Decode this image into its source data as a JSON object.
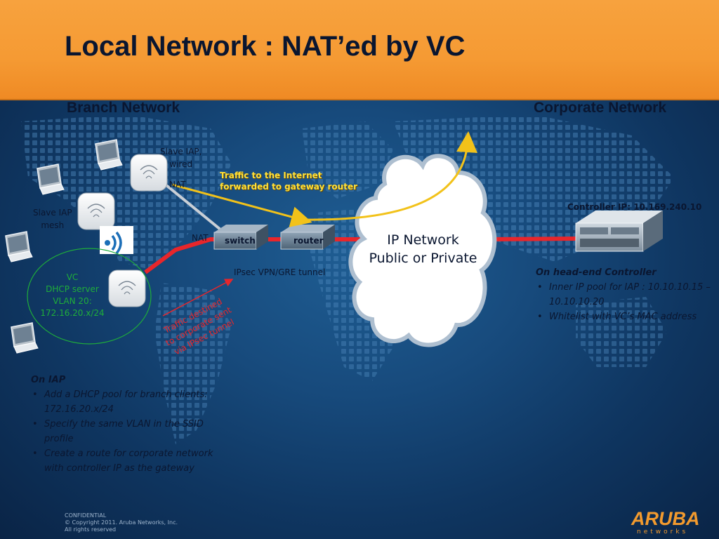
{
  "slide": {
    "title": "Local Network : NAT’ed by VC",
    "branch_heading": "Branch Network",
    "corporate_heading": "Corporate Network"
  },
  "diagram": {
    "slave_iap_wired": "Slave IAP,\nwired",
    "slave_iap_mesh": "Slave IAP\nmesh",
    "nat_top": "NAT",
    "nat_switch": "NAT",
    "switch_label": "switch",
    "router_label": "router",
    "tunnel_label": "IPsec VPN/GRE  tunnel",
    "internet_note": "Traffic to the Internet\nforwarded to gateway router",
    "vc_note": "VC\nDHCP server\nVLAN 20:\n172.16.20.x/24",
    "corp_traffic_note": "Traffic destined\nto corporate sent\nvia IPsec tunnel",
    "cloud_text": "IP Network\nPublic or Private",
    "controller_ip": "Controller IP: 10.169.240.10"
  },
  "head_end_notes": {
    "heading": "On head-end Controller",
    "items": [
      "Inner IP pool for IAP : 10.10.10.15 – 10.10.10.20",
      "Whitelist with VC’s MAC address"
    ]
  },
  "iap_notes": {
    "heading": "On IAP",
    "items": [
      "Add a DHCP pool for branch clients: 172.16.20.x/24",
      "Specify the same VLAN in the SSID profile",
      "Create a route for corporate network with controller IP as the gateway"
    ]
  },
  "footer": {
    "line1": "CONFIDENTIAL",
    "line2": "© Copyright 2011. Aruba Networks, Inc.",
    "line3": "All rights reserved"
  },
  "logo": {
    "word": "ARUBA",
    "sub": "networks"
  },
  "colors": {
    "header_orange": "#f59a33",
    "red_link": "#e8262b",
    "yellow_path": "#f2c21a",
    "vc_green": "#1fae3a",
    "brand_orange": "#f29a2e"
  }
}
